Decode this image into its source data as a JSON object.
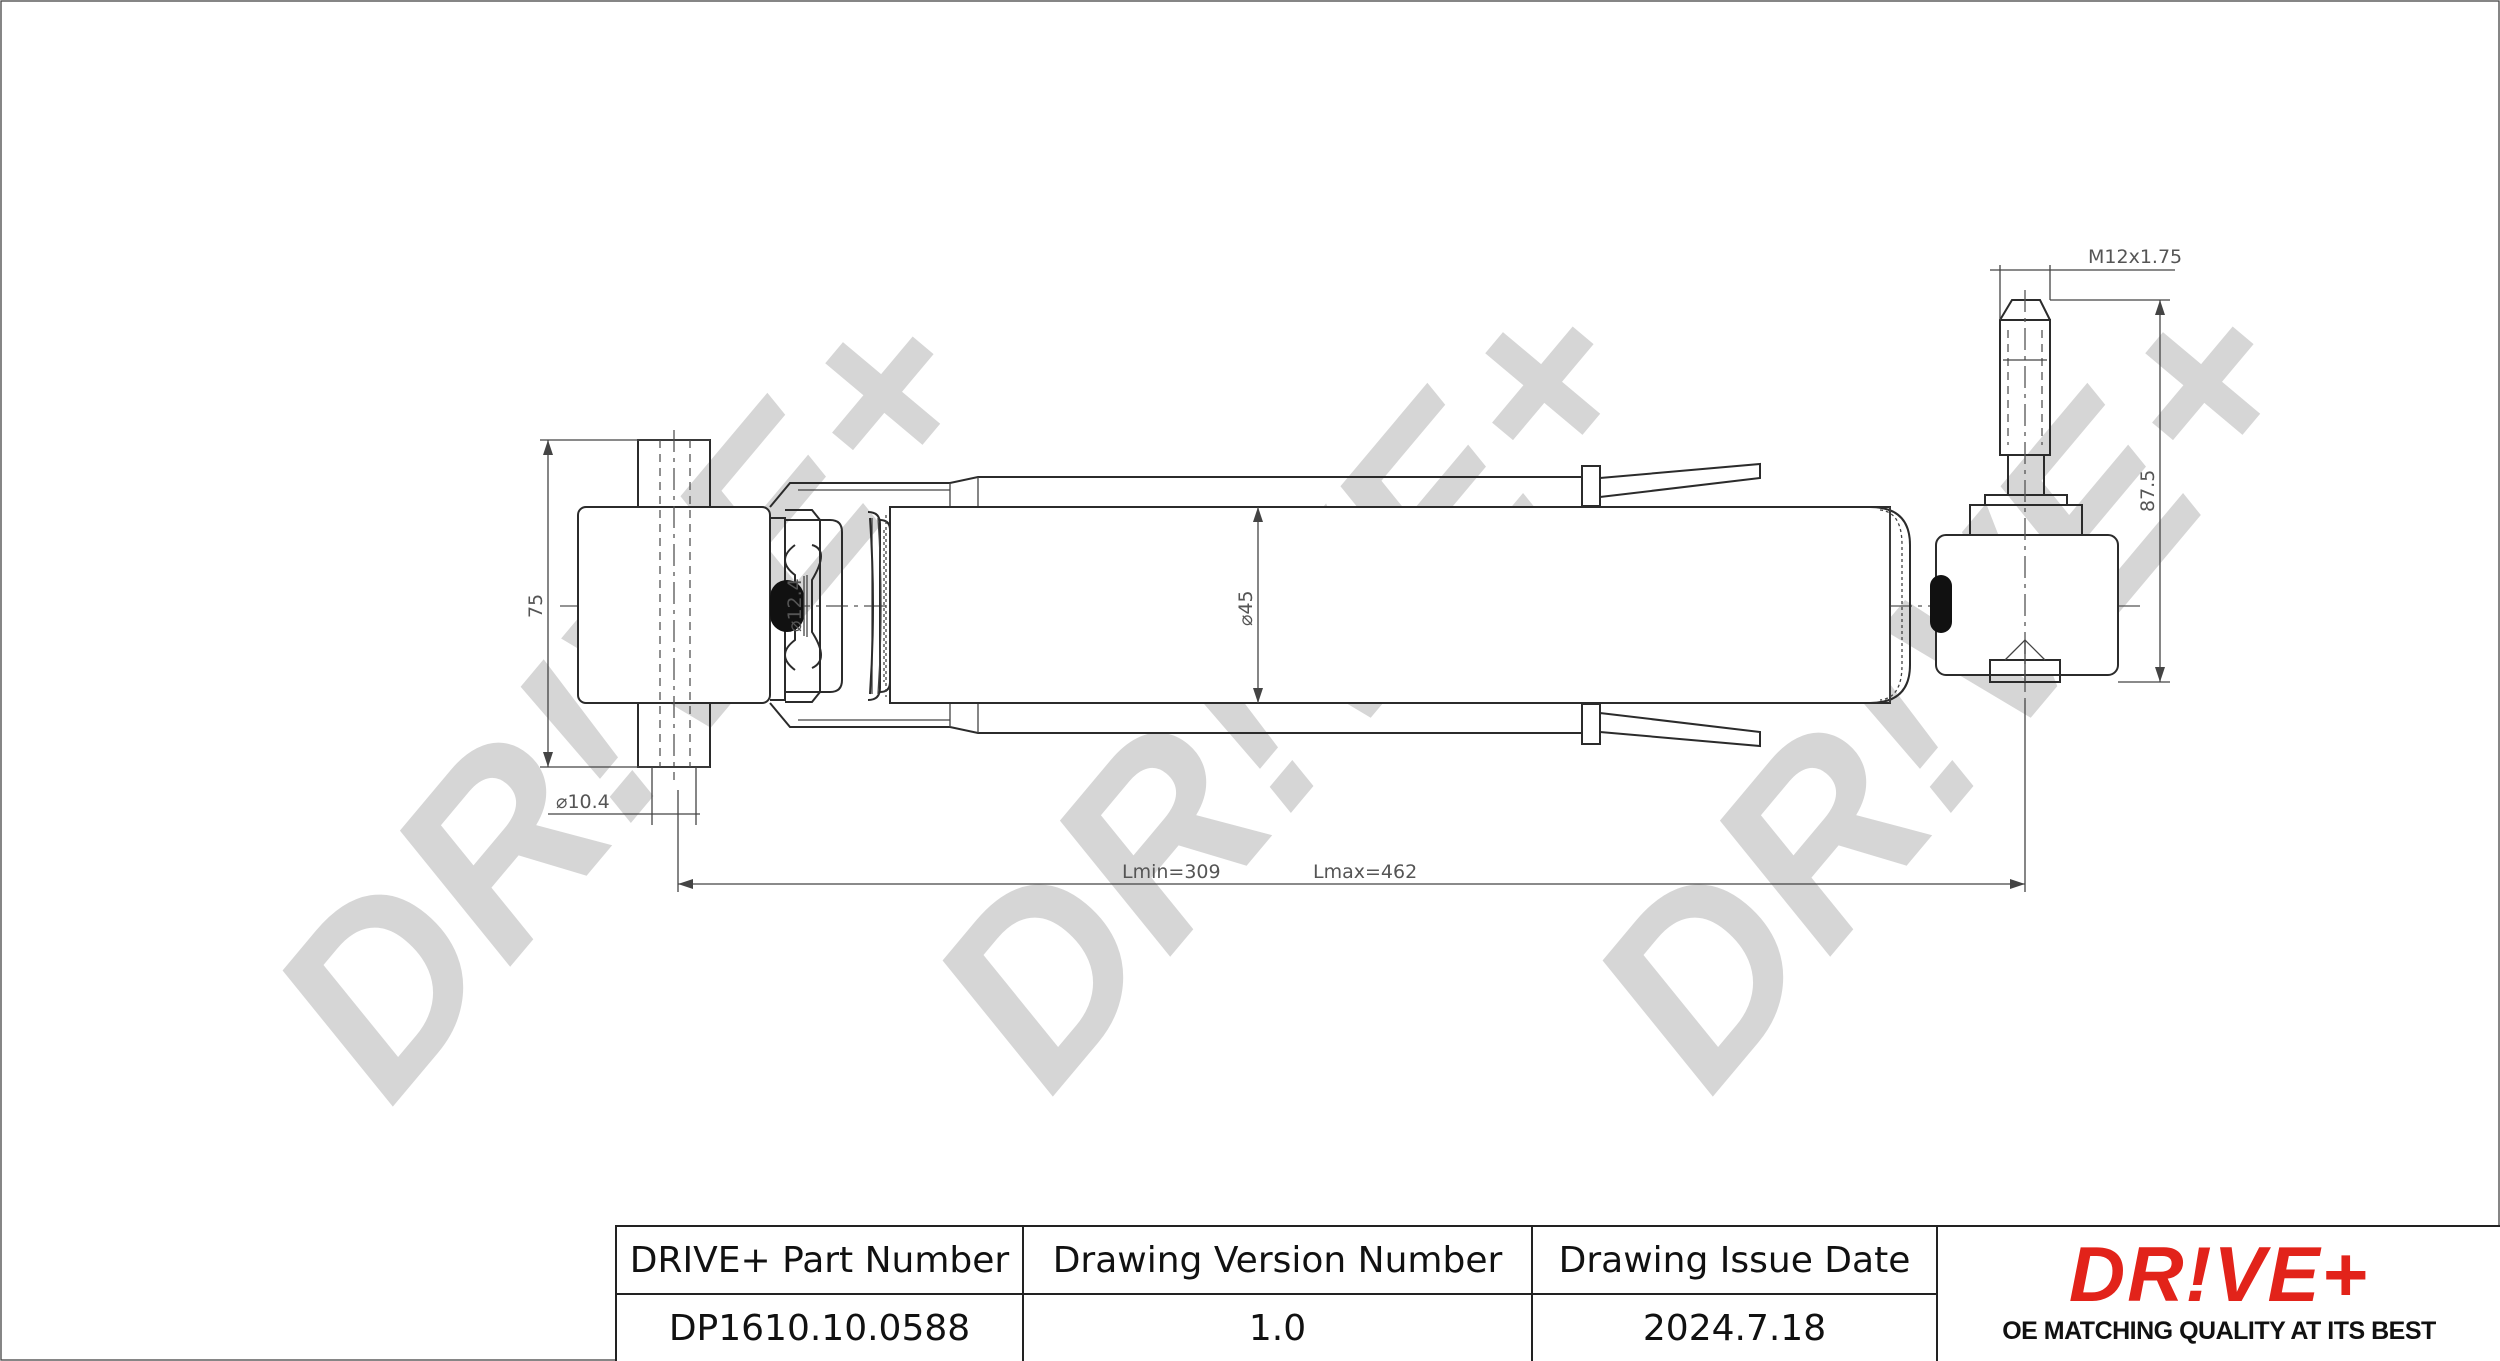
{
  "watermark": {
    "text": "DR!VE+",
    "color": "#c9c9c9"
  },
  "dimensions": {
    "thread": "M12x1.75",
    "stud_length": "87.5",
    "bush_height": "75",
    "bush_bore": "⌀10.4",
    "inner_bore": "⌀12.4",
    "body_diameter": "⌀45",
    "length_min": "Lmin=309",
    "length_max": "Lmax=462"
  },
  "title_block": {
    "part_number_label": "DRIVE+ Part Number",
    "part_number_value": "DP1610.10.0588",
    "version_label": "Drawing Version Number",
    "version_value": "1.0",
    "issue_date_label": "Drawing Issue Date",
    "issue_date_value": "2024.7.18"
  },
  "logo": {
    "brand": "DR!VE+",
    "tagline": "OE MATCHING QUALITY AT ITS BEST",
    "brand_color": "#e2231a",
    "tagline_color": "#111111"
  }
}
